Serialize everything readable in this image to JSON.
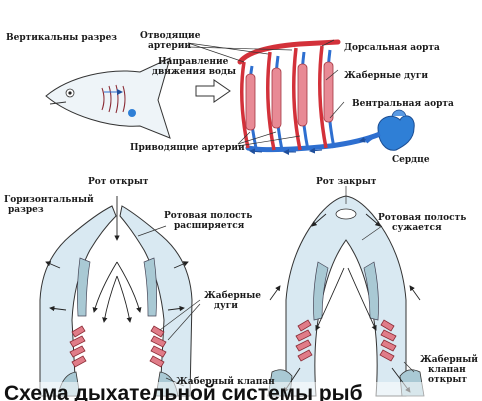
{
  "top_diagram": {
    "section_label": "Вертикальны разрез",
    "efferent_label_l1": "Отводящие",
    "efferent_label_l2": "артерии",
    "water_flow_label_l1": "Направление",
    "water_flow_label_l2": "движения воды",
    "dorsal_aorta_label": "Дорсальная аорта",
    "gill_arches_label": "Жаберные дуги",
    "ventral_aorta_label": "Вентральная аорта",
    "afferent_label": "Приводящие артерии",
    "heart_label": "Сердце"
  },
  "left_diagram": {
    "mouth_label": "Рот открыт",
    "section_label_l1": "Горизонтальный",
    "section_label_l2": "разрез",
    "cavity_label_l1": "Ротовая полость",
    "cavity_label_l2": "расширяется",
    "gill_arches_label_l1": "Жаберные",
    "gill_arches_label_l2": "дуги",
    "valve_label": "Жаберный клапан"
  },
  "right_diagram": {
    "mouth_label": "Рот закрыт",
    "cavity_label_l1": "Ротовая полость",
    "cavity_label_l2": "сужается",
    "valve_label_l1": "Жаберный",
    "valve_label_l2": "клапан",
    "valve_label_l3": "открыт"
  },
  "caption": "Схема дыхательной системы рыб",
  "colors": {
    "artery_red": "#d3313a",
    "vein_blue": "#2e6fd0",
    "gill_pink": "#e88a95",
    "heart_blue": "#2f7fd6",
    "body_fill": "#d9e9f2",
    "cartilage": "#a9c9d4"
  }
}
